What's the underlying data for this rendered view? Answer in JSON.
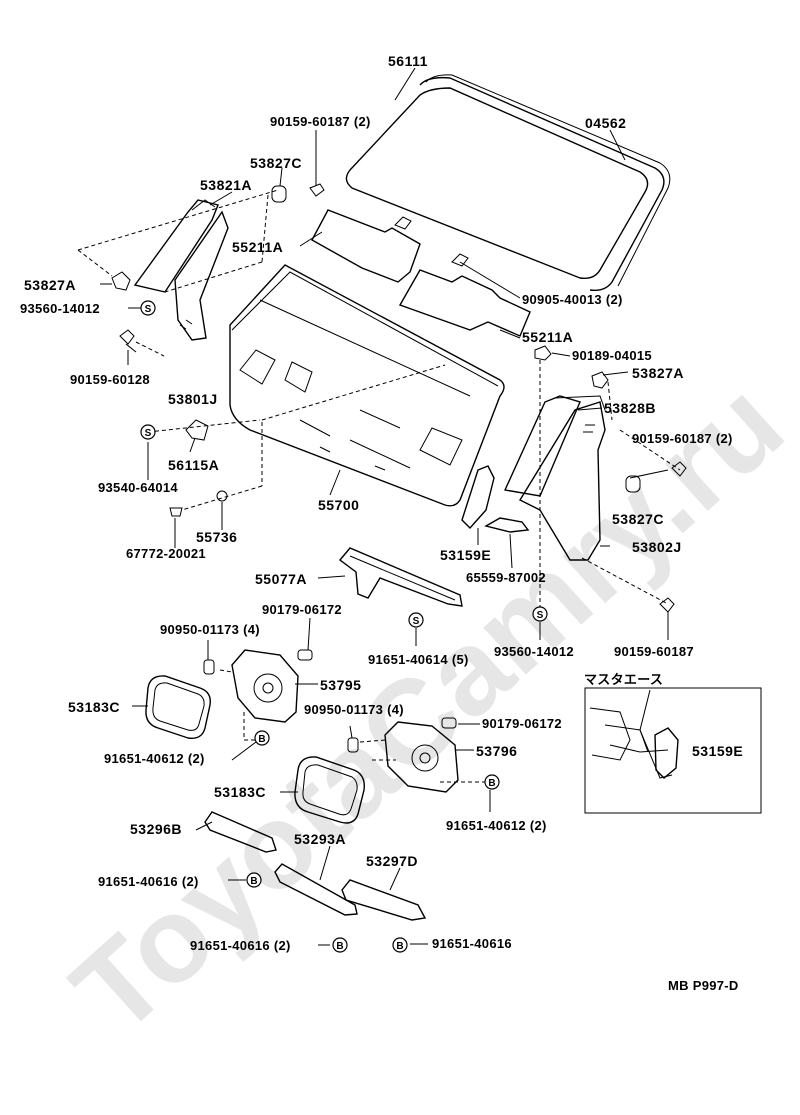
{
  "watermark": "ToyotaCamry.ru",
  "diagram_code": "MB P997-D",
  "inset_title": "マスタエース",
  "labels": {
    "l56111": "56111",
    "l04562": "04562",
    "l90159_60187_2": "90159-60187 (2)",
    "l53827C_top": "53827C",
    "l53821A": "53821A",
    "l55211A_top": "55211A",
    "l53827A_left": "53827A",
    "l93560_14012_left": "93560-14012",
    "l90159_60128": "90159-60128",
    "l53801J": "53801J",
    "l90905_40013": "90905-40013 (2)",
    "l55211A_right": "55211A",
    "l90189_04015": "90189-04015",
    "l53827A_right": "53827A",
    "l53828B": "53828B",
    "l90159_60187_2b": "90159-60187 (2)",
    "l53827C_right": "53827C",
    "l53802J": "53802J",
    "l56115A": "56115A",
    "l93540_64014": "93540-64014",
    "l55700": "55700",
    "l55736": "55736",
    "l67772_20021": "67772-20021",
    "l53159E": "53159E",
    "l65559_87002": "65559-87002",
    "l55077A": "55077A",
    "l90179_06172_a": "90179-06172",
    "l90950_01173_4a": "90950-01173 (4)",
    "l91651_40614": "91651-40614 (5)",
    "l93560_14012_right": "93560-14012",
    "l90159_60187": "90159-60187",
    "l53183C_a": "53183C",
    "l53795": "53795",
    "l91651_40612_2a": "91651-40612 (2)",
    "l90950_01173_4b": "90950-01173 (4)",
    "l90179_06172_b": "90179-06172",
    "l53796": "53796",
    "l53183C_b": "53183C",
    "l91651_40612_2b": "91651-40612 (2)",
    "l53296B": "53296B",
    "l53293A": "53293A",
    "l53297D": "53297D",
    "l91651_40616_2a": "91651-40616 (2)",
    "l91651_40616_2b": "91651-40616 (2)",
    "l91651_40616": "91651-40616",
    "l53159E_inset": "53159E"
  },
  "markers": {
    "s": "S",
    "b": "B"
  }
}
